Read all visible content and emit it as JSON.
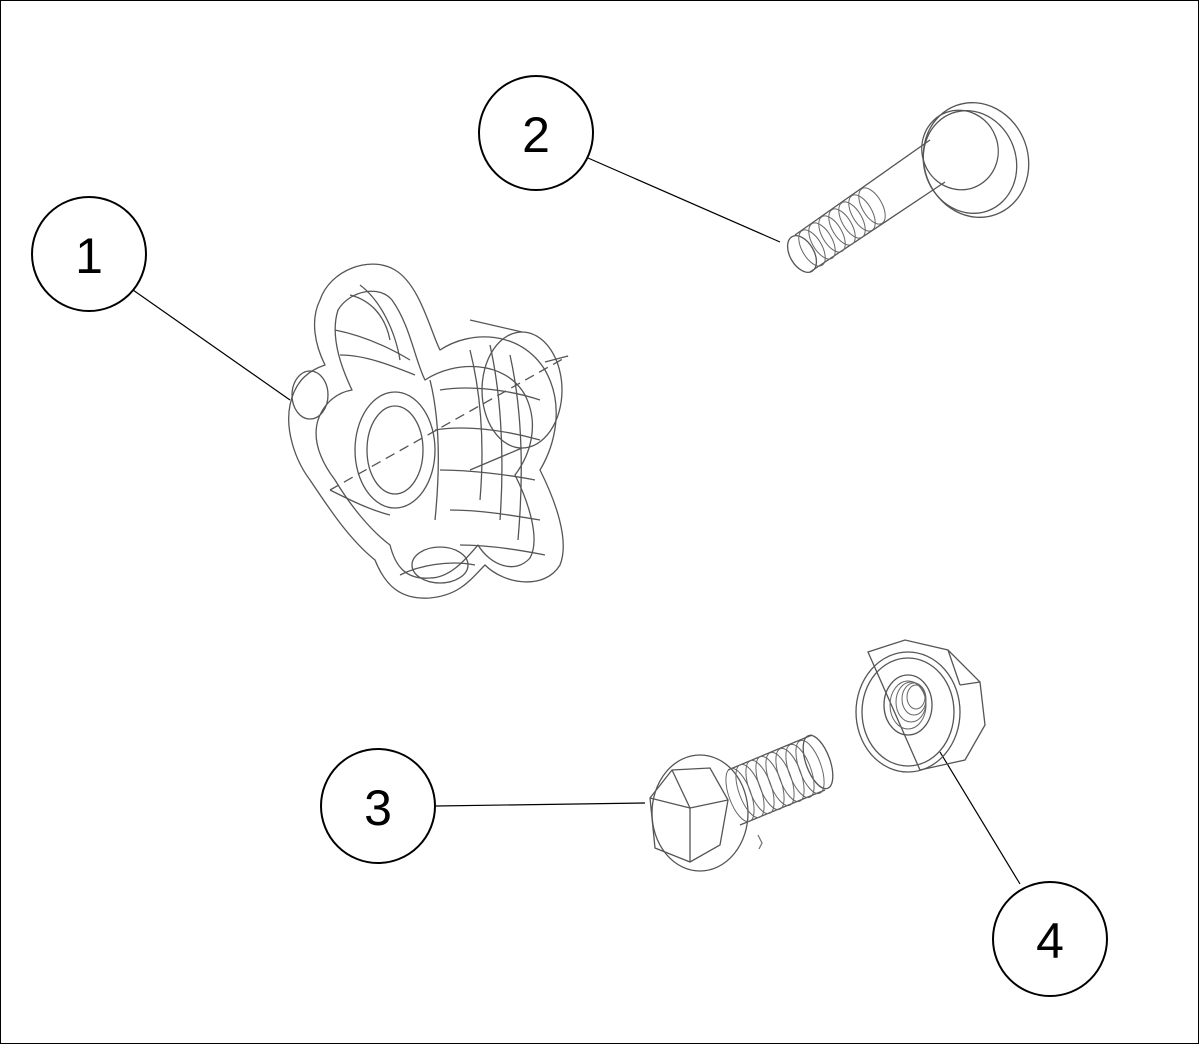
{
  "callouts": [
    {
      "id": "1",
      "label": "1"
    },
    {
      "id": "2",
      "label": "2"
    },
    {
      "id": "3",
      "label": "3"
    },
    {
      "id": "4",
      "label": "4"
    }
  ],
  "colors": {
    "line": "#000000",
    "part_stroke": "#555555",
    "background": "#ffffff"
  }
}
